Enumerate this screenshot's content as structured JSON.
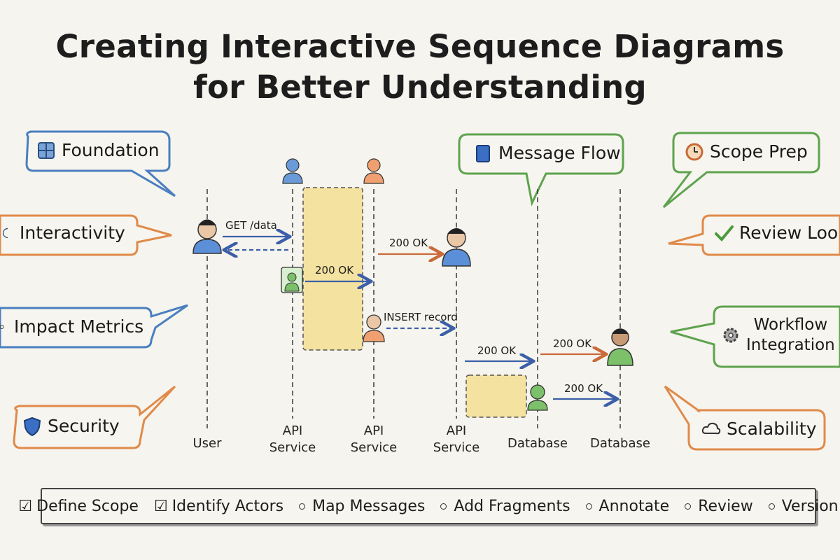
{
  "title": {
    "line1": "Creating Interactive Sequence Diagrams",
    "line2": "for Better Understanding"
  },
  "bubbles_left": [
    {
      "label": "Foundation",
      "icon": "grid-icon",
      "color": "#4a7fc0"
    },
    {
      "label": "Interactivity",
      "icon": "moon-icon",
      "color": "#e08a4a"
    },
    {
      "label": "Impact Metrics",
      "icon": "target-icon",
      "color": "#4a7fc0"
    },
    {
      "label": "Security",
      "icon": "shield-icon",
      "color": "#e08a4a"
    }
  ],
  "bubbles_right": [
    {
      "label": "Scope Prep",
      "icon": "clock-icon",
      "color": "#5ea34e"
    },
    {
      "label": "Review Loo",
      "icon": "checkmark-icon",
      "color": "#e08a4a"
    },
    {
      "label_line1": "Workflow",
      "label_line2": "Integration",
      "icon": "gear-icon",
      "color": "#5ea34e"
    },
    {
      "label": "Scalability",
      "icon": "cloud-icon",
      "color": "#e08a4a"
    }
  ],
  "bubble_center": {
    "label": "Message Flow",
    "icon": "book-icon",
    "color": "#5ea34e"
  },
  "participants": [
    {
      "label": "User"
    },
    {
      "label_line1": "API",
      "label_line2": "Service"
    },
    {
      "label_line1": "API",
      "label_line2": "Service"
    },
    {
      "label_line1": "API",
      "label_line2": "Service"
    },
    {
      "label": "Database"
    },
    {
      "label": "Database"
    }
  ],
  "messages": [
    {
      "label": "GET /data",
      "color": "#3b5fa8"
    },
    {
      "label": "200 OK",
      "color": "#c86a3a"
    },
    {
      "label": "200 OK",
      "color": "#3b5fa8"
    },
    {
      "label": "INSERT record",
      "color": "#3b5fa8"
    },
    {
      "label": "200 OK",
      "color": "#3b5fa8"
    },
    {
      "label": "200 OK",
      "color": "#c86a3a"
    },
    {
      "label": "200 OK",
      "color": "#3b5fa8"
    }
  ],
  "steps": [
    {
      "label": "Define Scope",
      "state": "checked"
    },
    {
      "label": "Identify Actors",
      "state": "checked"
    },
    {
      "label": "Map Messages",
      "state": "pending"
    },
    {
      "label": "Add Fragments",
      "state": "pending"
    },
    {
      "label": "Annotate",
      "state": "pending"
    },
    {
      "label": "Review",
      "state": "pending"
    },
    {
      "label": "Version",
      "state": "pending"
    }
  ],
  "colors": {
    "blue": "#4a7fc0",
    "orange": "#e08a4a",
    "green": "#5ea34e",
    "highlight": "#f3dc86"
  }
}
